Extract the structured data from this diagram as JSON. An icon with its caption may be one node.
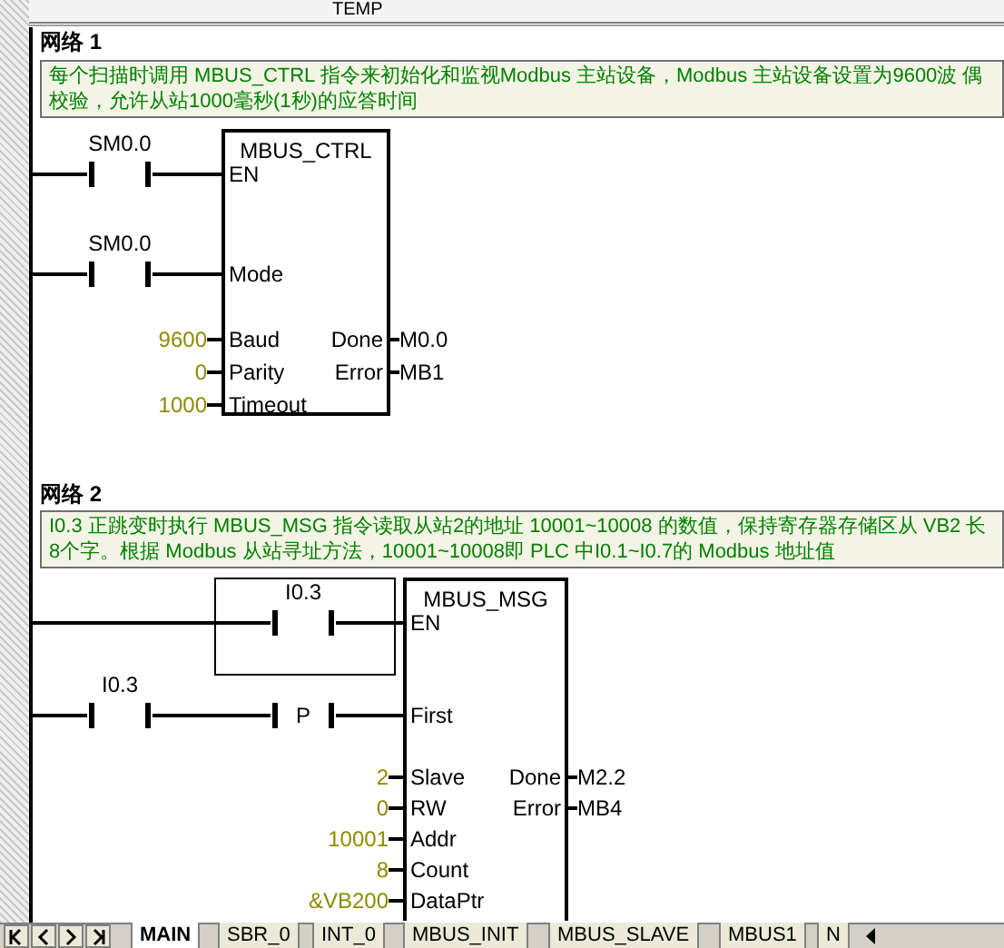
{
  "diagram": {
    "nodes": [
      {
        "text": [
          "每个扫描时调用 MBUS_CTRL 指令来初始化和监视Modbus 主站设备，Modbus 主站设备设置为9600波 偶校验，允许从站1000毫秒(1秒)的应答时间"
        ]
      },
      {
        "text": [
          "SM0.0"
        ]
      },
      {
        "text": [
          "SM0.0"
        ]
      },
      {
        "text": [
          "MBUS_CTRL",
          "EN",
          "Mode",
          "Baud",
          "Parity",
          "Timeout",
          "Done",
          "Error"
        ]
      },
      {
        "text": [
          "I0.3 正跳变时执行 MBUS_MSG 指令读取从站2的地址 10001~10008 的数值，保持寄存器存储区从 VB2 长8个字。根据 Modbus 从站寻址方法，10001~10008即 PLC 中I0.1~I0.7的 Modbus 地址值"
        ]
      },
      {
        "text": [
          "I0.3"
        ]
      },
      {
        "text": [
          "I0.3"
        ]
      },
      {
        "text": [
          "P"
        ]
      },
      {
        "text": [
          "MBUS_MSG",
          "EN",
          "First",
          "Slave",
          "RW",
          "Addr",
          "Count",
          "DataPtr",
          "Done",
          "Error"
        ]
      },
      {
        "text": [
          "9600"
        ]
      },
      {
        "text": [
          "0"
        ]
      },
      {
        "text": [
          "1000"
        ]
      },
      {
        "text": [
          "M0.0"
        ]
      },
      {
        "text": [
          "MB1"
        ]
      },
      {
        "text": [
          "2"
        ]
      },
      {
        "text": [
          "0"
        ]
      },
      {
        "text": [
          "10001"
        ]
      },
      {
        "text": [
          "8"
        ]
      },
      {
        "text": [
          "&VB200"
        ]
      },
      {
        "text": [
          "M2.2"
        ]
      },
      {
        "text": [
          "MB4"
        ]
      },
      {
        "text": [],
        "shape": "bar"
      }
    ],
    "edges": [
      {
        "from": 21,
        "to": 1,
        "arrow": "none"
      },
      {
        "from": 1,
        "to": 3,
        "arrow": "none"
      },
      {
        "from": 21,
        "to": 2,
        "arrow": "none"
      },
      {
        "from": 2,
        "to": 3,
        "arrow": "none"
      },
      {
        "from": 9,
        "to": 3,
        "arrow": "none"
      },
      {
        "from": 10,
        "to": 3,
        "arrow": "none"
      },
      {
        "from": 11,
        "to": 3,
        "arrow": "none"
      },
      {
        "from": 3,
        "to": 12,
        "arrow": "none"
      },
      {
        "from": 3,
        "to": 13,
        "arrow": "none"
      },
      {
        "from": 21,
        "to": 5,
        "arrow": "none"
      },
      {
        "from": 5,
        "to": 8,
        "arrow": "none"
      },
      {
        "from": 21,
        "to": 6,
        "arrow": "none"
      },
      {
        "from": 6,
        "to": 7,
        "arrow": "none"
      },
      {
        "from": 7,
        "to": 8,
        "arrow": "none"
      },
      {
        "from": 14,
        "to": 8,
        "arrow": "none"
      },
      {
        "from": 15,
        "to": 8,
        "arrow": "none"
      },
      {
        "from": 16,
        "to": 8,
        "arrow": "none"
      },
      {
        "from": 17,
        "to": 8,
        "arrow": "none"
      },
      {
        "from": 18,
        "to": 8,
        "arrow": "none"
      },
      {
        "from": 8,
        "to": 19,
        "arrow": "none"
      },
      {
        "from": 8,
        "to": 20,
        "arrow": "none"
      }
    ],
    "labels": [
      "TEMP",
      "网络 1",
      "网络 2",
      "MAIN",
      "SBR_0",
      "INT_0",
      "MBUS_INIT",
      "MBUS_SLAVE",
      "MBUS1",
      "N"
    ]
  }
}
